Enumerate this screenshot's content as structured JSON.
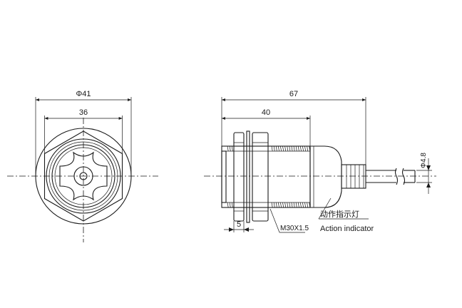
{
  "dimensions": {
    "front_outer_diameter": "Φ41",
    "front_hex_width": "36",
    "side_total_length": "67",
    "side_body_length": "40",
    "cable_diameter": "Φ4.8",
    "nut_thickness": "5",
    "thread_spec": "M30X1.5"
  },
  "annotations": {
    "indicator_cn": "动作指示灯",
    "indicator_en": "Action indicator"
  }
}
